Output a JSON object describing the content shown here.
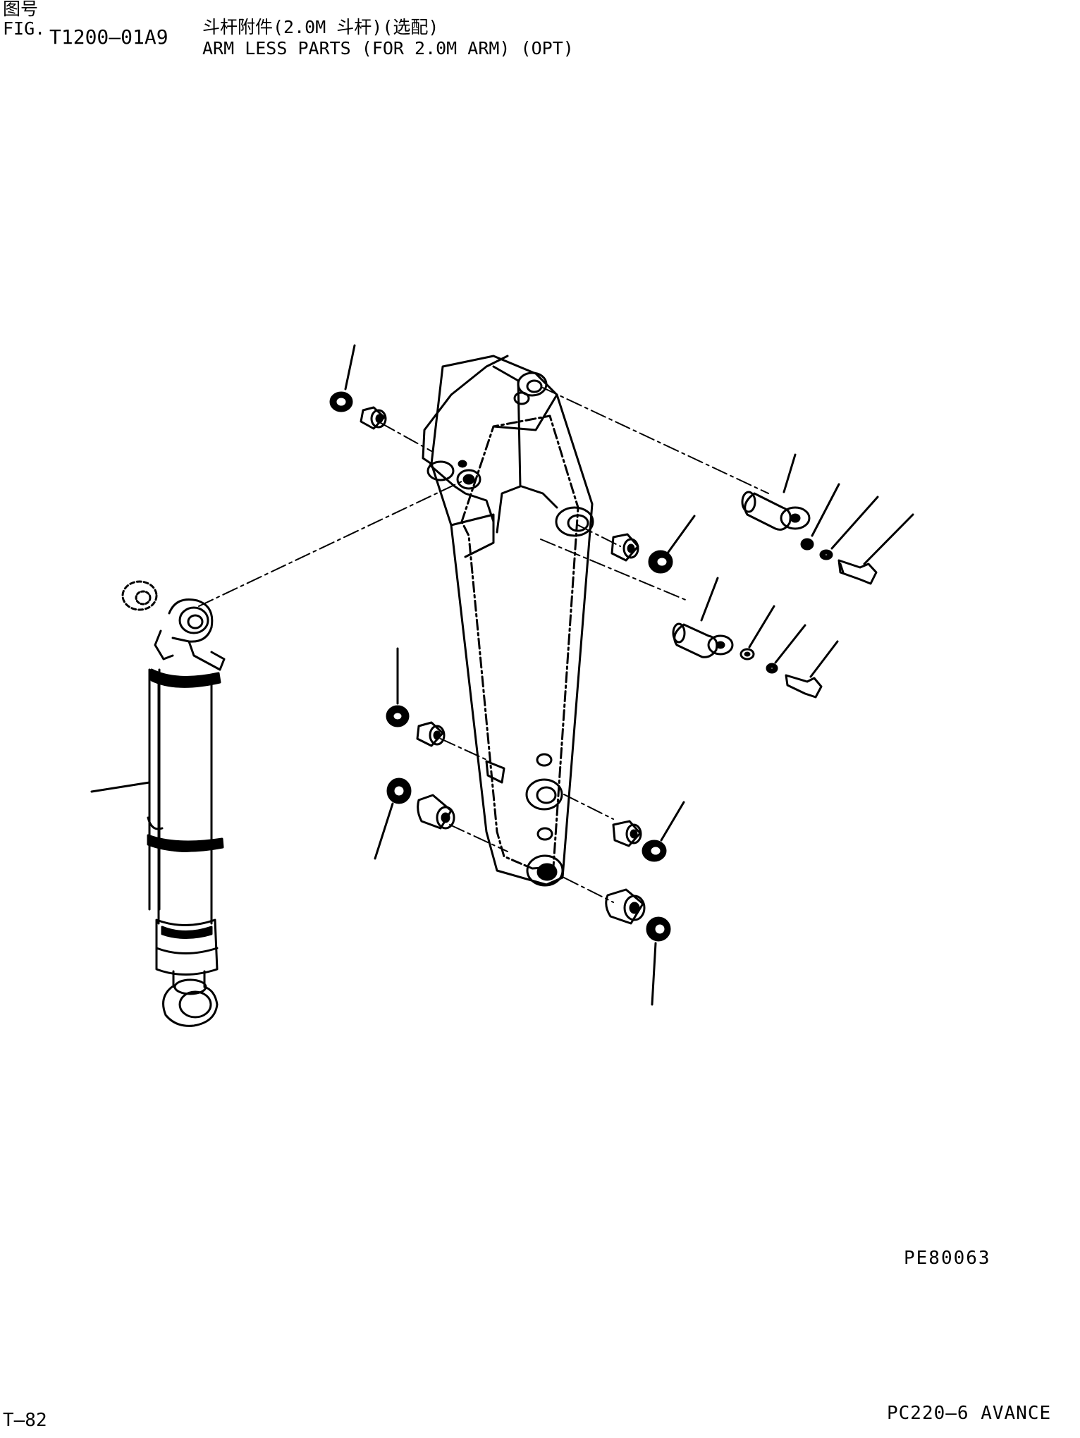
{
  "header": {
    "fig_label_cn": "图号",
    "fig_label_en": "FIG.",
    "fig_number": "T1200—01A9",
    "title_cn": "斗杆附件(2.0M 斗杆)(选配)",
    "title_en": "ARM LESS PARTS (FOR 2.0M ARM) (OPT)"
  },
  "footer": {
    "drawing_code": "PE80063",
    "page_number": "T—82",
    "model": "PC220—6 AVANCE"
  }
}
